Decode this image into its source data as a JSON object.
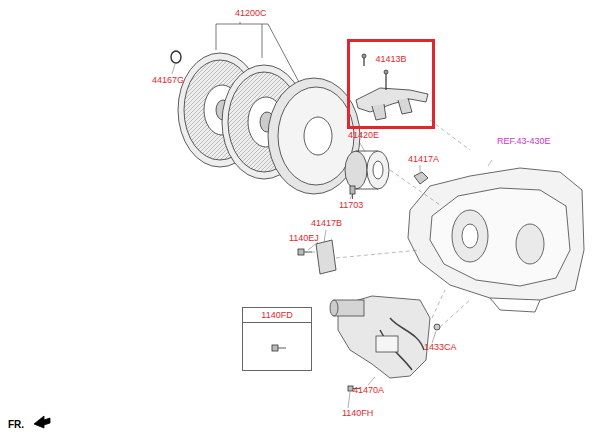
{
  "diagram": {
    "nodes": [
      {
        "text": [
          "41413B"
        ]
      },
      {
        "text": [
          "1140FD"
        ]
      }
    ],
    "labels": [
      "41200C",
      "44167G",
      "41420E",
      "41417A",
      "11703",
      "REF.43-430E",
      "41417B",
      "1140EJ",
      "1433CA",
      "41470A",
      "1140FH",
      "FR."
    ]
  }
}
